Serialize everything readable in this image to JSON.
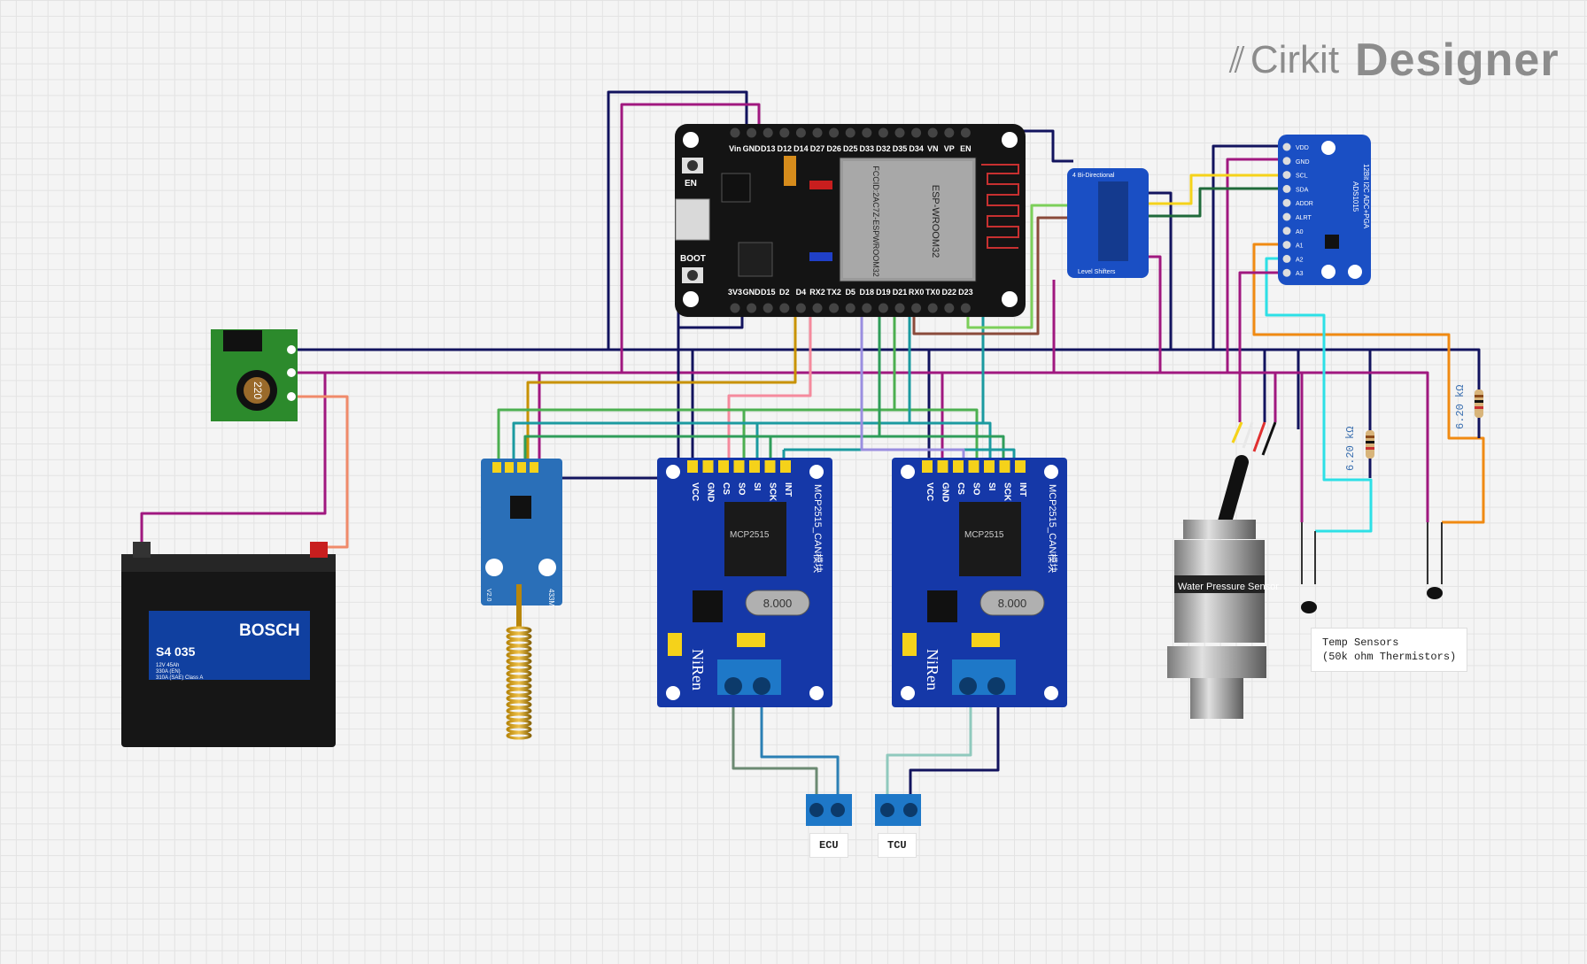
{
  "brand": {
    "name_part1": "Cirkit",
    "name_part2": "Designer",
    "icon": "cirkit-logo-icon"
  },
  "esp32": {
    "top_pins": [
      "Vin",
      "GND",
      "D13",
      "D12",
      "D14",
      "D27",
      "D26",
      "D25",
      "D33",
      "D32",
      "D35",
      "D34",
      "VN",
      "VP",
      "EN"
    ],
    "bottom_pins": [
      "3V3",
      "GND",
      "D15",
      "D2",
      "D4",
      "RX2",
      "TX2",
      "D5",
      "D18",
      "D19",
      "D21",
      "RX0",
      "TX0",
      "D22",
      "D23"
    ],
    "en_label": "EN",
    "boot_label": "BOOT",
    "module_label": "ESP-WROOM32",
    "fcc_label": "FCCID:2AC7Z-ESPWROOM32"
  },
  "level_shifter": {
    "title": "4 Bi-Directional",
    "footer": "Level Shifters"
  },
  "ads1015": {
    "pins": [
      "VDD",
      "GND",
      "SCL",
      "SDA",
      "ADDR",
      "ALRT",
      "A0",
      "A1",
      "A2",
      "A3"
    ],
    "title": "12Bit I2C ADC+PGA",
    "part": "ADS1015"
  },
  "buck": {
    "inductor": "220"
  },
  "battery": {
    "brand": "BOSCH",
    "model": "S4 035",
    "spec1": "12V 45Ah",
    "spec2": "330A (EN)",
    "spec3": "310A (SAE) Class A"
  },
  "rf": {
    "freq": "433M",
    "ver": "V2.0"
  },
  "mcp_boards": [
    {
      "pins": [
        "VCC",
        "GND",
        "CS",
        "SO",
        "SI",
        "SCK",
        "INT"
      ],
      "title": "MCP2515_CAN模块",
      "chip": "MCP2515",
      "crystal": "8.000",
      "brand": "NiRen"
    },
    {
      "pins": [
        "VCC",
        "GND",
        "CS",
        "SO",
        "SI",
        "SCK",
        "INT"
      ],
      "title": "MCP2515_CAN模块",
      "chip": "MCP2515",
      "crystal": "8.000",
      "brand": "NiRen"
    }
  ],
  "resistors": [
    {
      "value": "6.20 kΩ"
    },
    {
      "value": "6.20 kΩ"
    }
  ],
  "pressure_sensor": {
    "title": "Water Pressure Sensor"
  },
  "labels": {
    "ecu": "ECU",
    "tcu": "TCU",
    "temp_line1": "Temp Sensors",
    "temp_line2": "(50k ohm Thermistors)"
  },
  "colors": {
    "esp_board": "#141414",
    "mcp_board": "#1538a8",
    "ads_board": "#1a4fc4",
    "wire_navy": "#12135e",
    "wire_magenta": "#a0187f",
    "wire_salmon": "#f08a6a",
    "wire_gold": "#c89200",
    "wire_pink": "#f58a9d",
    "wire_green": "#4caf50",
    "wire_teal": "#1b9aa0",
    "wire_lav": "#9a8ee0",
    "wire_orange": "#f08a12",
    "wire_cyan": "#2de0e6",
    "wire_yellow": "#f5d21a",
    "wire_brown": "#8a4a3a",
    "wire_lime": "#7ccf5a",
    "wire_darkgreen": "#1f6a3a",
    "wire_sage": "#6b8a72",
    "wire_steel": "#2a7fb4",
    "wire_mint": "#8fc9bd"
  }
}
